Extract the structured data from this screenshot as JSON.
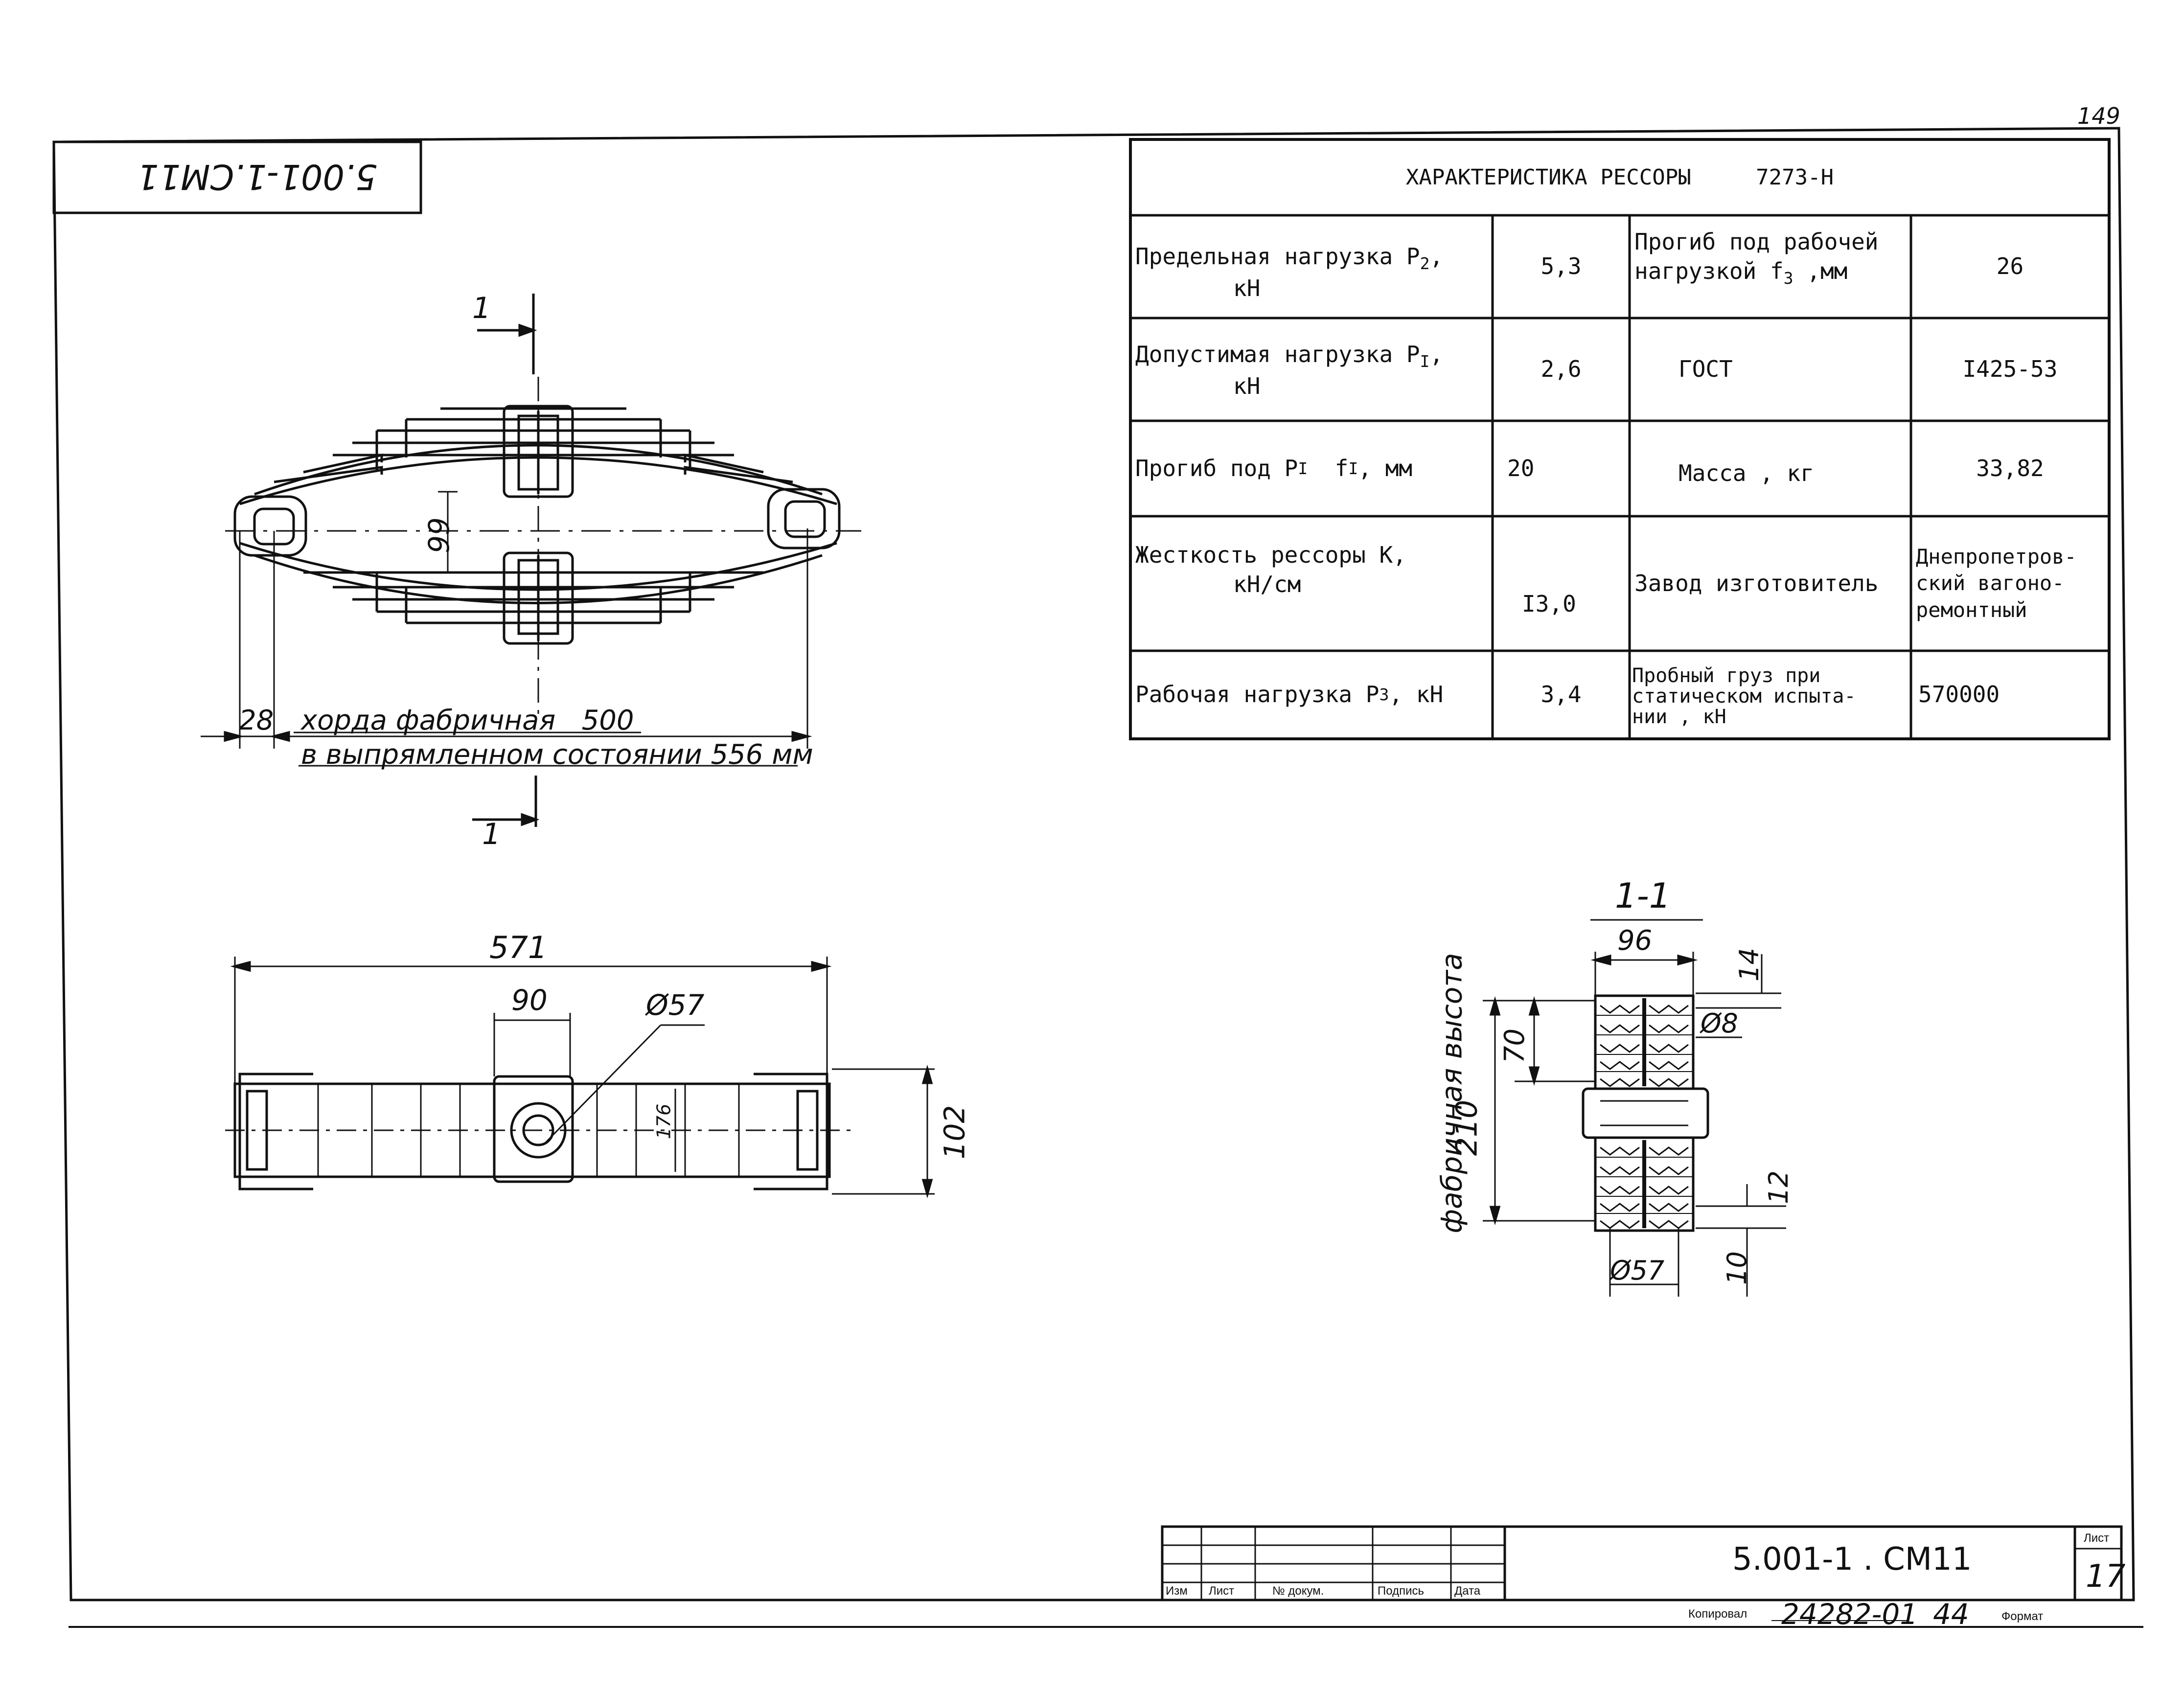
{
  "sheet_page_number": "149",
  "corner_stamp": "5.001-1.СМ11",
  "table": {
    "title": "ХАРАКТЕРИСТИКА РЕССОРЫ     7273-Н",
    "rows": [
      {
        "label1": "Предельная нагрузка P",
        "label1_sub": "2",
        "label1_tail": ",",
        "label1_line2": "кН",
        "value1": "5,3",
        "label2": "Прогиб под рабочей",
        "label2_line2": "нагрузкой f",
        "label2_sub": "3",
        "label2_tail": " ,мм",
        "value2": "26"
      },
      {
        "label1": "Допустимая нагрузка P",
        "label1_sub": "I",
        "label1_tail": ",",
        "label1_line2": "кН",
        "value1": "2,6",
        "label2": "ГОСТ",
        "value2": "I425-53"
      },
      {
        "label1": "Прогиб под P",
        "label1_sub": "I",
        "label1_tail": "  f",
        "label1_sub2": "I",
        "label1_tail2": ", мм",
        "value1": "20",
        "label2": "Масса , кг",
        "value2": "33,82"
      },
      {
        "label1": "Жесткость рессоры K,",
        "label1_line2": "кН/см",
        "value1": "I3,0",
        "label2": "Завод изготовитель",
        "value2": "Днепропетров-\nский вагоно-\nремонтный"
      },
      {
        "label1": "Рабочая нагрузка P",
        "label1_sub": "3",
        "label1_tail": ", кН",
        "value1": "3,4",
        "label2": "Пробный груз при\nстатическом испыта-\nнии , кН",
        "value2": "570000"
      }
    ]
  },
  "drawing_top": {
    "section_mark": "1",
    "dim_99": "99",
    "dim_28": "28",
    "chord_label": "хорда фабричная   500",
    "straight_label": "в выпрямленном состоянии 556 мм"
  },
  "drawing_plan": {
    "dim_571": "571",
    "dim_90": "90",
    "dim_57": "Ø57",
    "dim_176": "176",
    "dim_102": "102"
  },
  "drawing_section": {
    "title": "1-1",
    "dim_96": "96",
    "dim_14": "14",
    "dim_8": "Ø8",
    "dim_70": "70",
    "dim_210": "210",
    "height_label": "фабричная высота",
    "dim_12": "12",
    "dim_10": "10",
    "dim_57b": "Ø57"
  },
  "title_block": {
    "col_labels": [
      "Изм",
      "Лист",
      "№ докум.",
      "Подпись",
      "Дата"
    ],
    "doc_code": "5.001-1 . СМ11",
    "sheet_label": "Лист",
    "sheet_number": "17",
    "copied_label": "Копировал",
    "copy_number": "24282-01",
    "copy_suffix": "44",
    "format_label": "Формат"
  }
}
